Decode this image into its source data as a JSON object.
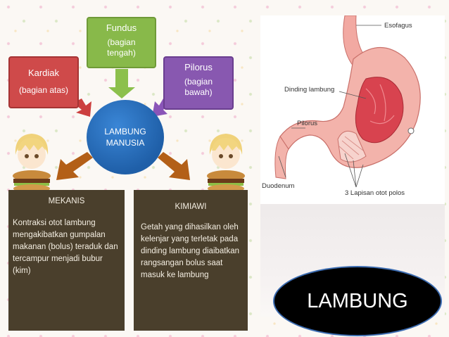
{
  "fundus": {
    "title": "Fundus",
    "subtitle": "(bagian\ntengah)"
  },
  "kardiak": {
    "title": "Kardiak",
    "subtitle": "(bagian atas)"
  },
  "pilorus": {
    "title": "Pilorus",
    "subtitle": "(bagian\nbawah)"
  },
  "center": {
    "line1": "LAMBUNG",
    "line2": "MANUSIA"
  },
  "mekanis": {
    "heading": "MEKANIS",
    "body": "Kontraksi otot lambung mengakibatkan gumpalan makanan (bolus) teraduk dan tercampur menjadi bubur (kim)"
  },
  "kimiawi": {
    "heading": "KIMIAWI",
    "body": "Getah yang dihasilkan oleh kelenjar yang terletak pada dinding lambung diaibatkan rangsangan bolus saat masuk ke lambung"
  },
  "anatomy": {
    "labels": [
      "Esofagus",
      "Dinding lambung",
      "Pilorus",
      "Duodenum",
      "3 Lapisan otot polos"
    ]
  },
  "badge": {
    "text": "LAMBUNG"
  },
  "colors": {
    "fundus": "#88b94a",
    "kardiak": "#cf4a4a",
    "pilorus": "#8858b0",
    "center": "#2a72c4",
    "panel": "#4a3f2c"
  }
}
